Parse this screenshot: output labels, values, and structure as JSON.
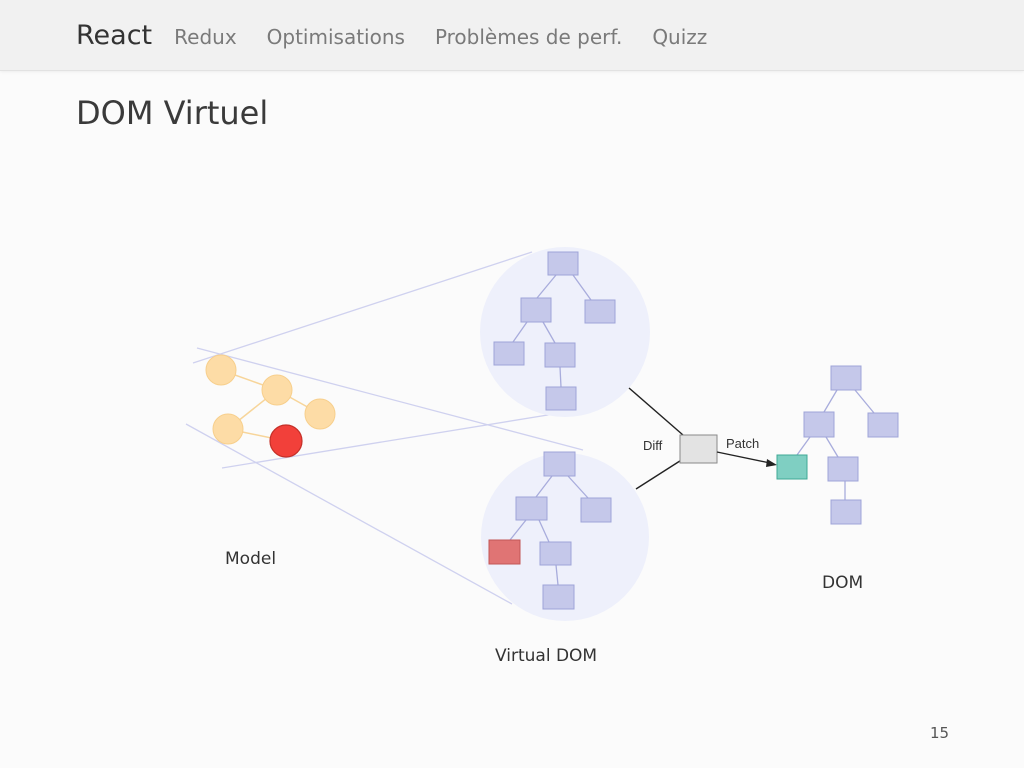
{
  "nav": {
    "active": "React",
    "items": [
      "Redux",
      "Optimisations",
      "Problèmes de perf.",
      "Quizz"
    ]
  },
  "slide": {
    "title": "DOM Virtuel",
    "page_number": "15"
  },
  "diagram": {
    "model_label": "Model",
    "virtual_dom_label": "Virtual DOM",
    "dom_label": "DOM",
    "diff_label": "Diff",
    "patch_label": "Patch"
  },
  "colors": {
    "node_fill": "#c5c8ea",
    "node_stroke": "#9fa4d8",
    "model_node": "#fddca6",
    "model_highlight": "#f2403a",
    "changed_vnode": "#e07474",
    "patched_node": "#7fcfc2",
    "bubble": "#eef0fb"
  }
}
